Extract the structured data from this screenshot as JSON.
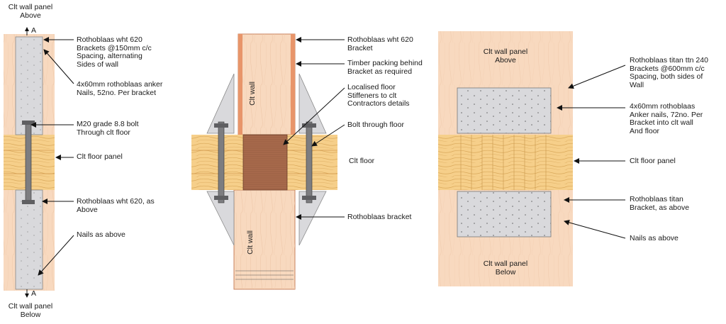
{
  "left": {
    "top_title": "Clt wall panel\nAbove",
    "bottom_title": "Clt wall panel\nBelow",
    "section_mark": "A",
    "callouts": [
      "Rothoblaas wht 620\nBrackets @150mm c/c\nSpacing, alternating\nSides of wall",
      "4x60mm rothoblaas anker\nNails, 52no. Per bracket",
      "M20 grade 8.8 bolt\nThrough clt floor",
      "Clt floor panel",
      "Rothoblaas wht 620, as\nAbove",
      "Nails as above"
    ]
  },
  "middle": {
    "wall_upper_label": "Clt wall",
    "wall_lower_label": "Clt wall",
    "floor_label": "Clt floor",
    "callouts": [
      "Rothoblaas wht 620\nBracket",
      "Timber packing behind\nBracket as required",
      "Localised floor\nStiffeners to clt\nContractors details",
      "Bolt through floor",
      "Rothoblaas bracket"
    ]
  },
  "right": {
    "top_label": "Clt wall panel\nAbove",
    "bottom_label": "Clt wall panel\nBelow",
    "callouts": [
      "Rothoblaas titan ttn 240\nBrackets @600mm c/c\nSpacing, both sides of\nWall",
      "4x60mm rothoblaas\nAnker nails, 72no. Per\nBracket into clt wall\nAnd floor",
      "Clt floor panel",
      "Rothoblaas titan\nBracket, as above",
      "Nails as above"
    ]
  },
  "colors": {
    "timber_wall": "#f8d9bf",
    "timber_floor": "#f6cf8a",
    "steel_plate": "#d9d9dc",
    "stiffener": "#a86a4c",
    "bolt": "#7d7d80",
    "line": "#111111"
  }
}
